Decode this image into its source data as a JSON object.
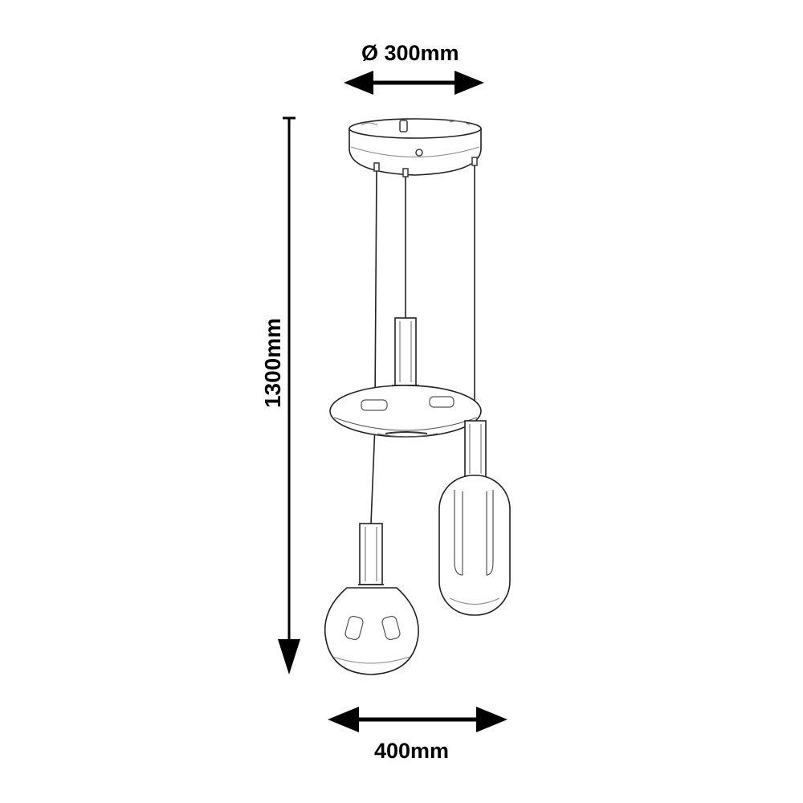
{
  "dimensions": {
    "canopy_diameter": "Ø 300mm",
    "overall_width": "400mm",
    "overall_height": "1300mm"
  },
  "colors": {
    "line": "#000000",
    "glass_line": "#444444",
    "background": "#ffffff"
  }
}
